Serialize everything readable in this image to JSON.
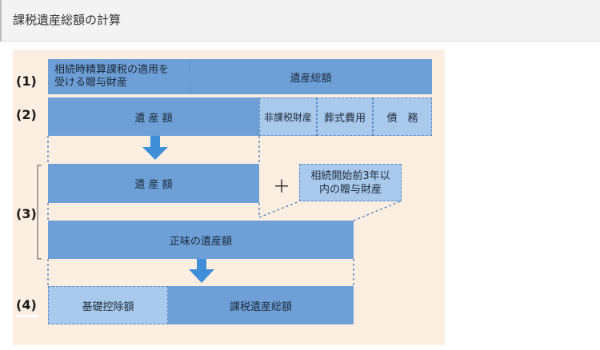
{
  "header": {
    "title": "課税遺産総額の計算"
  },
  "diagram": {
    "row_labels": [
      "(1)",
      "(2)",
      "(3)",
      "(4)"
    ],
    "row1": {
      "gift_property": "相続時精算課税の適用を受ける贈与財産",
      "total_estate": "遺産総額"
    },
    "row2": {
      "estate_amount": "遺 産 額",
      "non_taxable": "非課税財産",
      "funeral": "葬式費用",
      "debts": "債　務"
    },
    "row3": {
      "estate_amount": "遺 産 額",
      "plus": "＋",
      "gifts_3yr": "相続開始前3年以内の贈与財産",
      "net_estate": "正味の遺産額"
    },
    "row4": {
      "basic_deduction": "基礎控除額",
      "taxable_total": "課税遺産総額"
    },
    "colors": {
      "panel_bg": "#fdeee2",
      "solid_box": "#6e9fd6",
      "light_box": "#a9c9ec",
      "arrow": "#3f8ed8"
    }
  }
}
